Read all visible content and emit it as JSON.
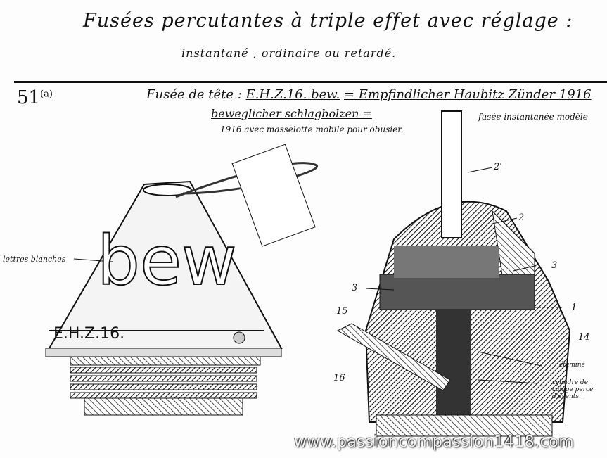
{
  "title": {
    "line1": "Fusées percutantes à triple effet avec réglage :",
    "line2": "instantané , ordinaire ou retardé."
  },
  "plate": {
    "number": "51",
    "suffix": "(a)",
    "heading_prefix": "Fusée de tête :",
    "fuze_code": "E.H.Z.16. bew.",
    "heading_german": "= Empfindlicher Haubitz Zünder 1916",
    "heading_line2": "beweglicher schlagbolzen =",
    "heading_line3": "1916 avec masselotte mobile pour obusier.",
    "heading_right": "fusée instantanée modèle"
  },
  "left_drawing": {
    "label_letters": "lettres blanches",
    "body_text": "bew",
    "band_text": "E.H.Z.16."
  },
  "right_drawing": {
    "callouts": [
      "2'",
      "2",
      "3",
      "3",
      "1",
      "15",
      "14",
      "16"
    ],
    "label_etamine": "étamine",
    "label_cylinder_1": "cylindre de",
    "label_cylinder_2": "calage percé",
    "label_cylinder_3": "d'évents."
  },
  "watermark": "www.passioncompassion1418.com"
}
